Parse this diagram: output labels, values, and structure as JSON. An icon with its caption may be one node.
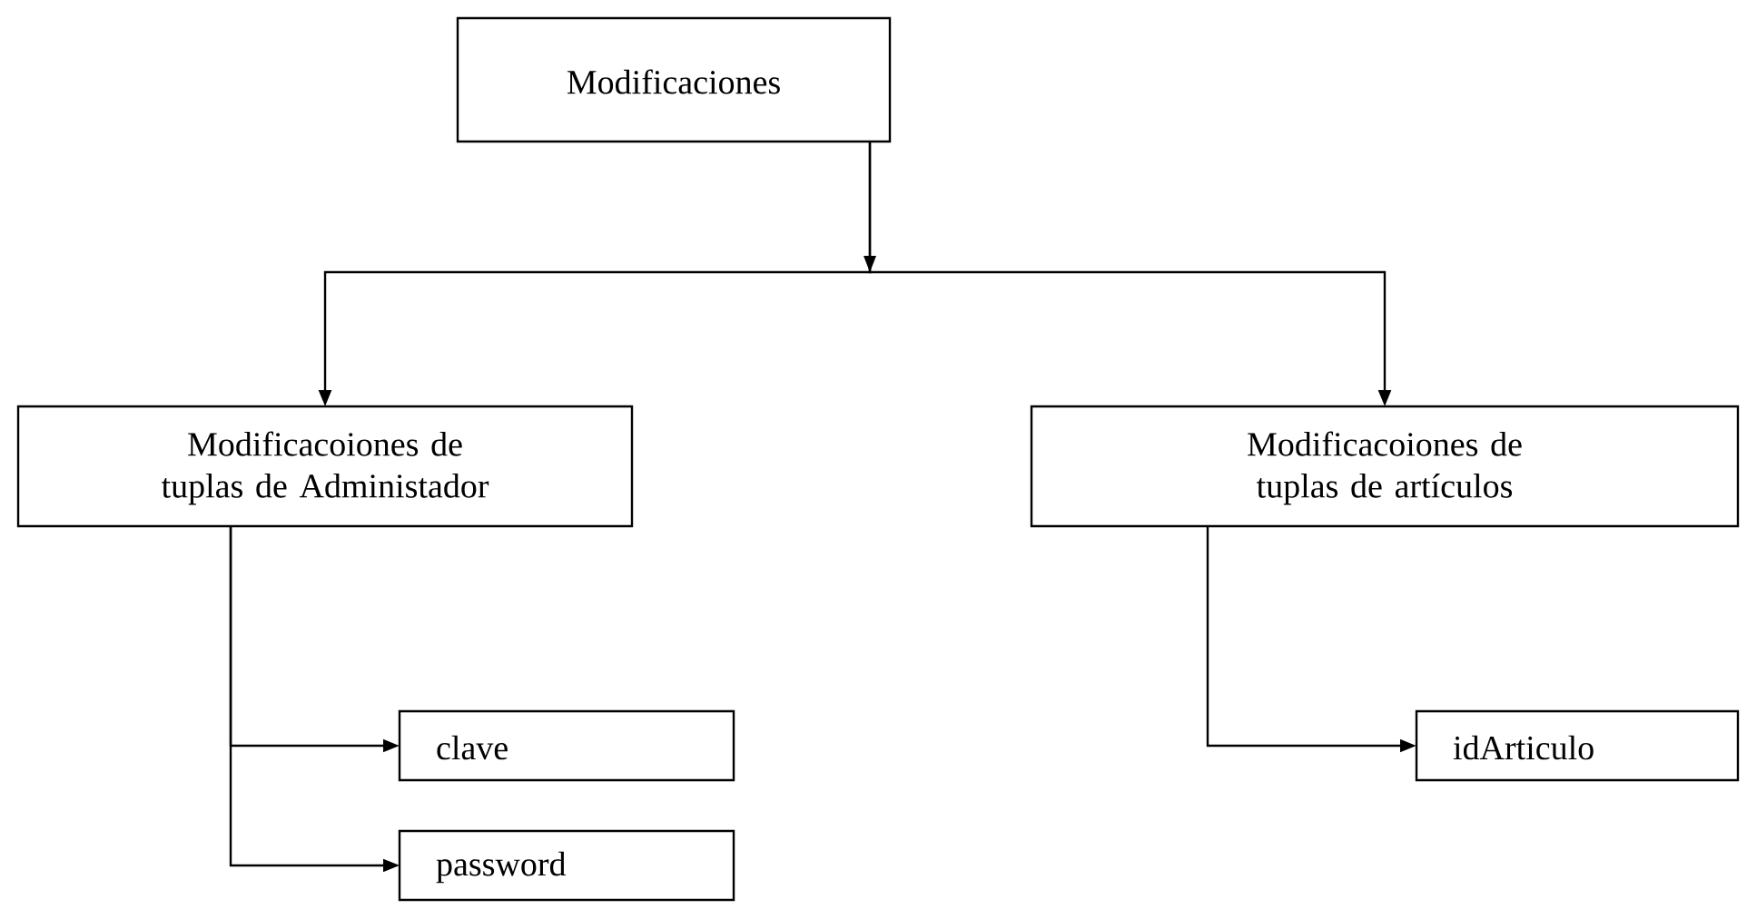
{
  "diagram": {
    "nodes": [
      {
        "text": [
          "Modificaciones"
        ]
      },
      {
        "text": [
          "Modificacoiones de tuplas de Administador"
        ]
      },
      {
        "text": [
          "Modificacoiones de tuplas de artículos"
        ]
      },
      {
        "text": [
          "clave"
        ]
      },
      {
        "text": [
          "password"
        ]
      },
      {
        "text": [
          "idArticulo"
        ]
      }
    ],
    "edges": [
      {
        "from": 0,
        "to": 1,
        "arrow": "to"
      },
      {
        "from": 0,
        "to": 2,
        "arrow": "to"
      },
      {
        "from": 1,
        "to": 3,
        "arrow": "to"
      },
      {
        "from": 1,
        "to": 4,
        "arrow": "to"
      },
      {
        "from": 2,
        "to": 5,
        "arrow": "to"
      }
    ]
  }
}
